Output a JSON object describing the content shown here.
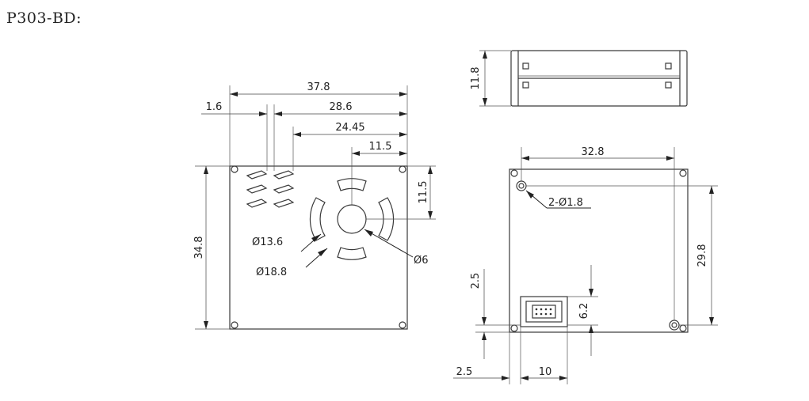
{
  "title": "P303-BD:",
  "front_view": {
    "width": "37.8",
    "offset_1": "1.6",
    "offset_2": "28.6",
    "offset_3": "24.45",
    "fan_center_x": "11.5",
    "fan_center_y": "11.5",
    "height": "34.8",
    "dia_inner_ring": "Ø13.6",
    "dia_outer_ring": "Ø18.8",
    "dia_hub": "Ø6"
  },
  "top_view": {
    "thickness": "11.8"
  },
  "back_view": {
    "hole_span_x": "32.8",
    "mount_holes": "2-Ø1.8",
    "hole_span_y": "29.8",
    "connector_offset": "2.5",
    "connector_height": "6.2",
    "connector_x": "2.5",
    "connector_width": "10"
  }
}
